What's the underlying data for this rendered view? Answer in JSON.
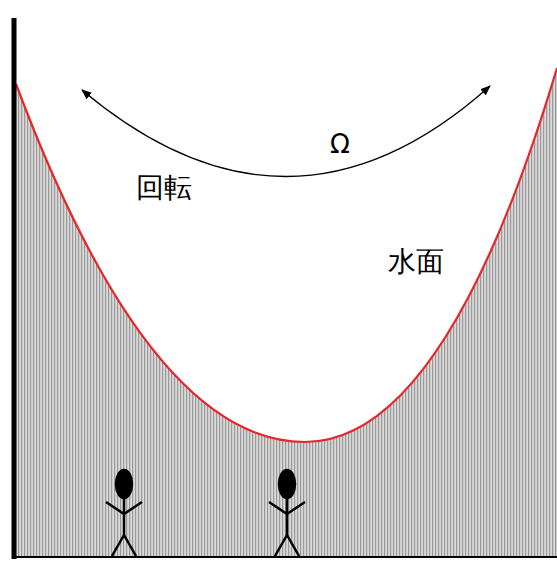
{
  "diagram": {
    "labels": [
      "Ω",
      "回転",
      "水面"
    ]
  }
}
